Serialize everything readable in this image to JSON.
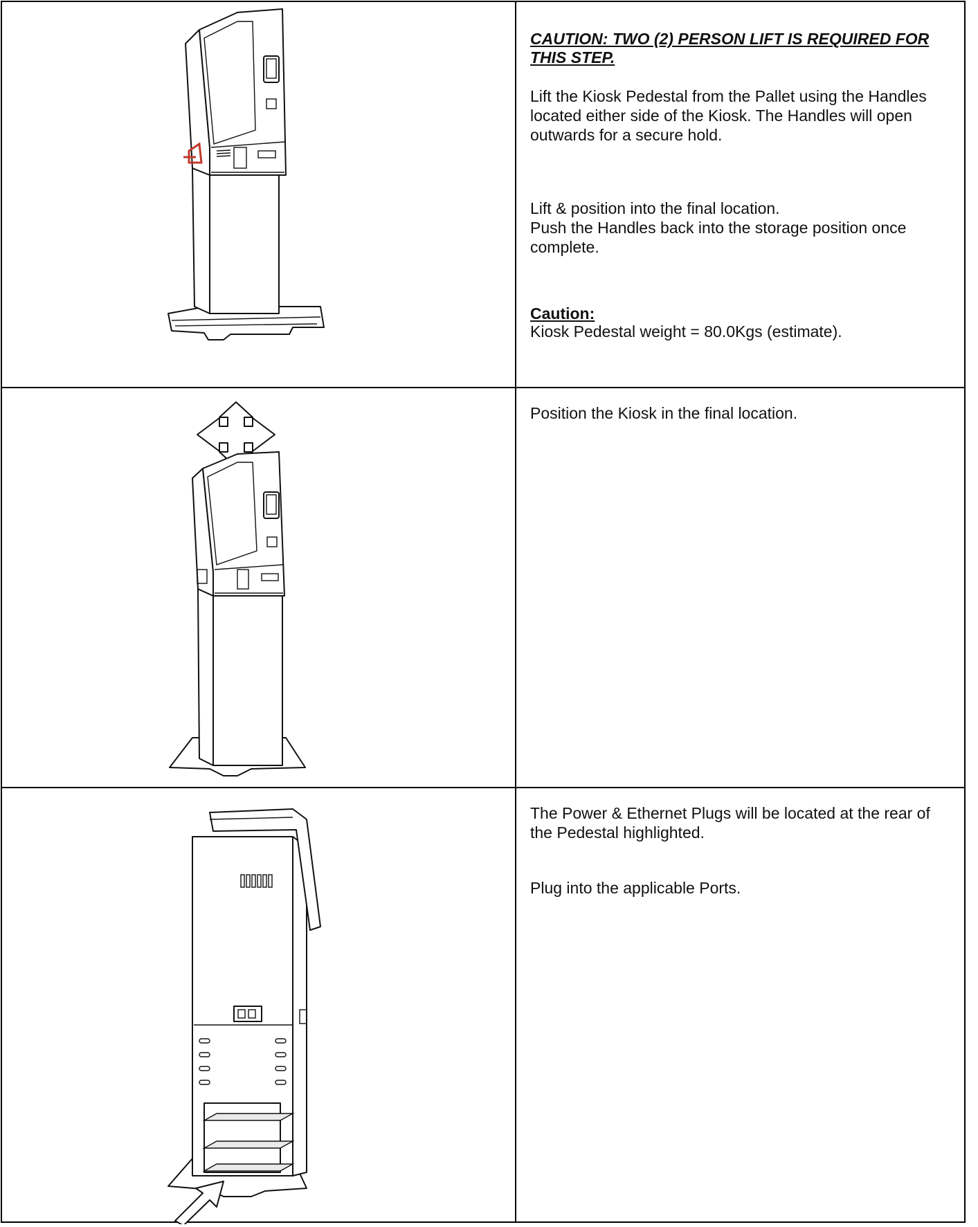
{
  "rows": [
    {
      "image_label": "kiosk-on-pallet",
      "heading": "CAUTION: TWO (2) PERSON LIFT IS REQUIRED FOR THIS STEP.",
      "paragraphs": [
        "Lift the Kiosk Pedestal from the Pallet using the Handles located either side of the Kiosk. The Handles will open outwards for a secure hold.",
        "Lift & position into the final location.",
        "Push the Handles back into the storage position once complete."
      ],
      "caution_label": "Caution:",
      "caution_text": "Kiosk Pedestal weight = 80.0Kgs (estimate)."
    },
    {
      "image_label": "kiosk-positioning",
      "paragraphs": [
        "Position the Kiosk in the final location."
      ]
    },
    {
      "image_label": "kiosk-rear-ports",
      "paragraphs": [
        "The Power & Ethernet Plugs will be located at the rear of the Pedestal highlighted.",
        "Plug into the applicable Ports."
      ]
    }
  ],
  "colors": {
    "handle_highlight": "#c0392b",
    "border": "#000000"
  }
}
